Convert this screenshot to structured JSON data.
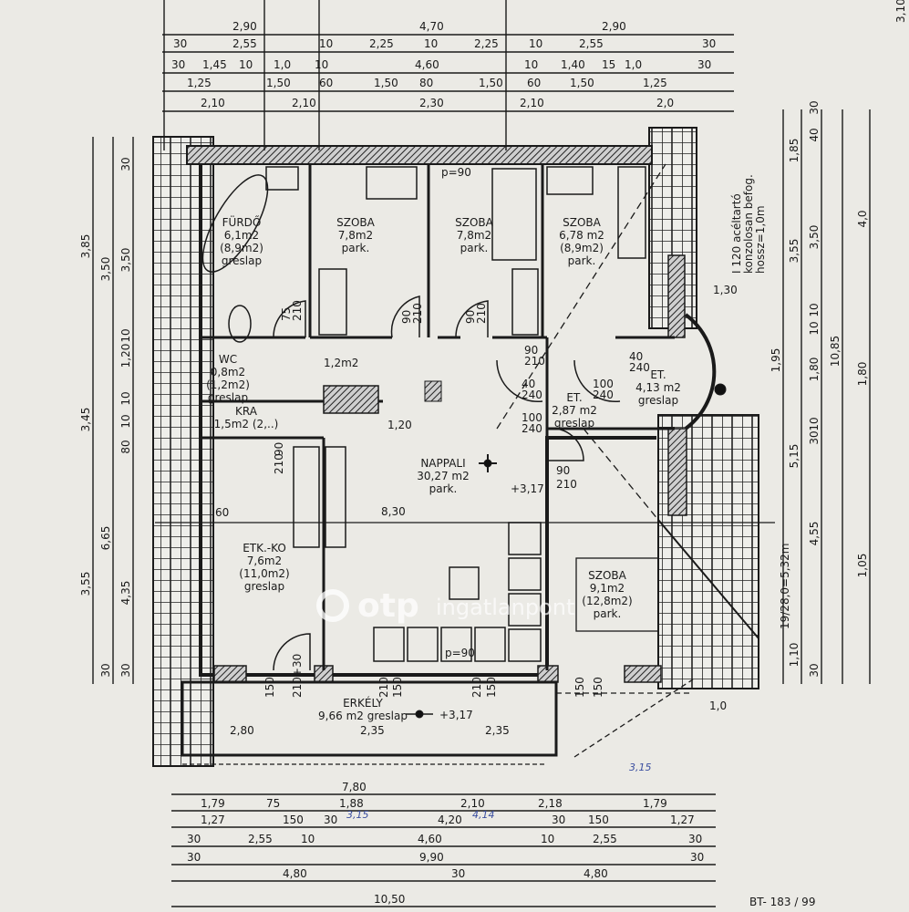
{
  "drawing_code": "BT- 183 / 99",
  "watermark": {
    "brand": "otp",
    "suffix": "ingatlanpont"
  },
  "rooms": [
    {
      "id": "furdo",
      "lines": [
        "FÜRDŐ",
        "6,1m2",
        "(8,9m2)",
        "greslap"
      ]
    },
    {
      "id": "szoba-1",
      "lines": [
        "SZOBA",
        "7,8m2",
        "park."
      ]
    },
    {
      "id": "szoba-2",
      "lines": [
        "SZOBA",
        "7,8m2",
        "park."
      ]
    },
    {
      "id": "szoba-3",
      "lines": [
        "SZOBA",
        "6,78 m2",
        "(8,9m2)",
        "park."
      ]
    },
    {
      "id": "wc",
      "lines": [
        "WC",
        "0,8m2",
        "(1,2m2)",
        "greslap"
      ]
    },
    {
      "id": "kra",
      "lines": [
        "KRA",
        "1,5m2 (2,..)"
      ]
    },
    {
      "id": "nappali",
      "lines": [
        "NAPPALI",
        "30,27 m2",
        "park."
      ]
    },
    {
      "id": "etkezo-konyha",
      "lines": [
        "ETK.-KO",
        "7,6m2",
        "(11,0m2)",
        "greslap"
      ]
    },
    {
      "id": "szoba-4",
      "lines": [
        "SZOBA",
        "9,1m2",
        "(12,8m2)",
        "park."
      ]
    },
    {
      "id": "et-1",
      "lines": [
        "ET.",
        "2,87 m2",
        "greslap"
      ]
    },
    {
      "id": "et-2",
      "lines": [
        "ET.",
        "4,13 m2",
        "greslap"
      ]
    },
    {
      "id": "erkely",
      "lines": [
        "ERKÉLY",
        "9,66 m2 greslap"
      ]
    }
  ],
  "levels": {
    "nappali": "+3,17",
    "erkely": "+3,17"
  },
  "labels": {
    "hall_area": "1,2m2",
    "parapet_top": "p=90",
    "parapet_bottom": "p=90",
    "span_8_30": "8,30",
    "span_60": "60",
    "span_1_20": "1,20",
    "erkely_280": "2,80",
    "erkely_235a": "2,35",
    "erkely_235b": "2,35",
    "beam_note_1": "I 120 acéltartó",
    "beam_note_2": "konzolosan befog.",
    "beam_note_3": "hossz=1,0m",
    "stair_note": "19/28,0=5,32m",
    "dim_1_30": "1,30",
    "dim_1_0": "1,0",
    "top_right_cut": "3,10",
    "doors": [
      "75",
      "210",
      "90",
      "210",
      "90",
      "210",
      "90",
      "210",
      "40",
      "240",
      "100",
      "240",
      "40",
      "240",
      "100",
      "240",
      "90",
      "210",
      "90",
      "210",
      "210+30",
      "150",
      "210",
      "150",
      "210",
      "150",
      "150",
      "150"
    ]
  },
  "dimensions": {
    "top": [
      [
        "2,90",
        "4,70",
        "2,90"
      ],
      [
        "30",
        "2,55",
        "10",
        "2,25",
        "10",
        "2,25",
        "10",
        "2,55",
        "30"
      ],
      [
        "30",
        "1,45",
        "10",
        "1,0",
        "10",
        "4,60",
        "10",
        "1,40",
        "15",
        "1,0",
        "30"
      ],
      [
        "1,25",
        "1,50",
        "60",
        "1,50",
        "80",
        "1,50",
        "60",
        "1,50",
        "1,25"
      ],
      [
        "2,10",
        "2,10",
        "2,30",
        "2,10",
        "2,0"
      ]
    ],
    "bottom": [
      [
        "7,80"
      ],
      [
        "1,79",
        "75",
        "1,88",
        "2,10",
        "2,18",
        "1,79"
      ],
      [
        "1,27",
        "150",
        "30",
        "4,20",
        "30",
        "150",
        "1,27"
      ],
      [
        "30",
        "2,55",
        "10",
        "4,60",
        "10",
        "2,55",
        "30"
      ],
      [
        "30",
        "9,90",
        "30"
      ],
      [
        "4,80",
        "30",
        "4,80"
      ],
      [
        "10,50"
      ]
    ],
    "bottom_handwritten": [
      "3,15",
      "4,14",
      "3,15"
    ],
    "left": [
      [
        "3,85",
        "3,45",
        "3,55"
      ],
      [
        "3,50",
        "6,65",
        "30"
      ],
      [
        "30",
        "3,50",
        "10",
        "1,20",
        "10",
        "10",
        "80",
        "4,35",
        "30"
      ]
    ],
    "right": [
      [
        "1,95"
      ],
      [
        "1,85",
        "3,55",
        "5,15",
        "1,10"
      ],
      [
        "30",
        "40",
        "3,50",
        "10",
        "10",
        "1,80",
        "10",
        "30",
        "4,55",
        "30"
      ],
      [
        "10,85"
      ],
      [
        "4,0",
        "1,80",
        "1,05"
      ]
    ]
  }
}
